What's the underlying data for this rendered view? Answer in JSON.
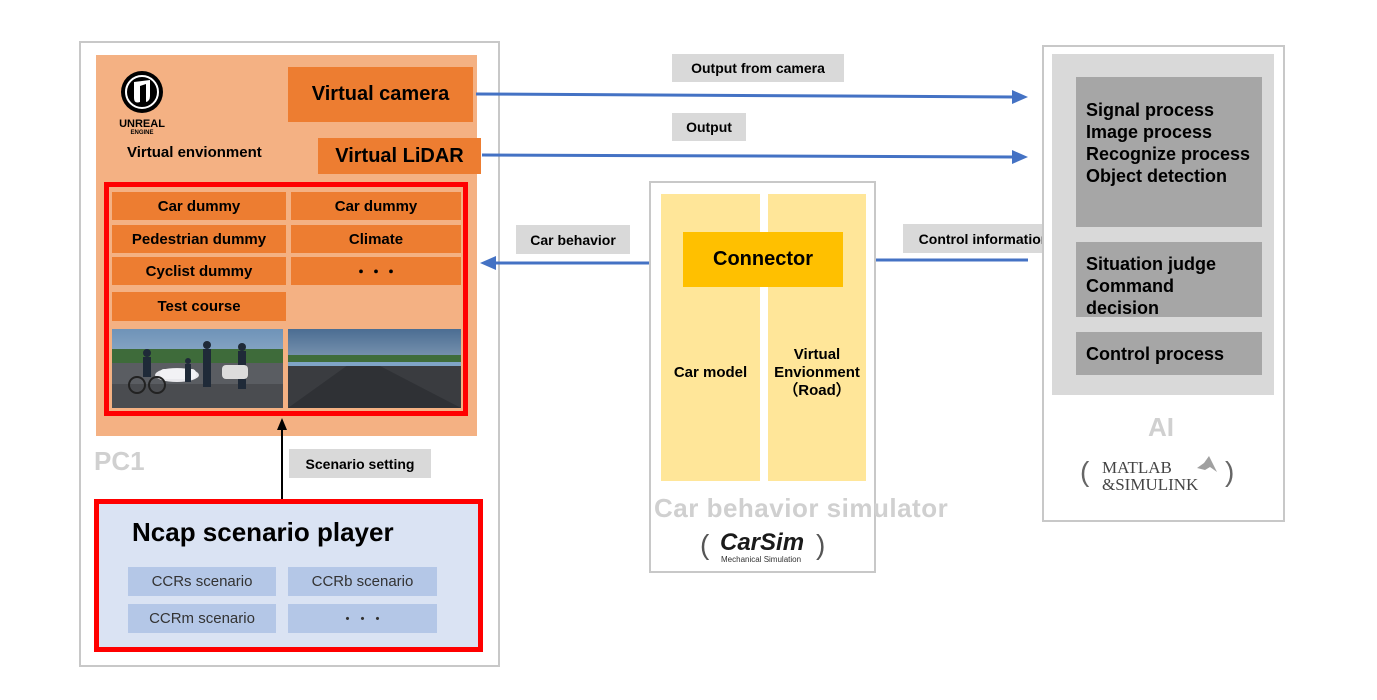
{
  "pc1": {
    "label": "PC1",
    "unreal_logo": {
      "line1": "UNREAL",
      "line2": "ENGINE"
    },
    "virtual_env": "Virtual envionment",
    "virtual_camera": "Virtual camera",
    "virtual_lidar": "Virtual LiDAR",
    "assets": [
      "Car dummy",
      "Car dummy",
      "Pedestrian dummy",
      "Climate",
      "Cyclist dummy",
      "・・・",
      "Test course"
    ]
  },
  "scenario_player": {
    "title": "Ncap scenario player",
    "arrow_label": "Scenario setting",
    "scenarios": [
      "CCRs scenario",
      "CCRb scenario",
      "CCRm scenario",
      "・・・"
    ]
  },
  "arrows": {
    "camera": "Output from camera",
    "output": "Output",
    "car_behavior": "Car behavior",
    "control_info": "Control information"
  },
  "simulator": {
    "connector": "Connector",
    "car_model": "Car model",
    "virtual_env_line1": "Virtual",
    "virtual_env_line2": "Envionment",
    "virtual_env_line3": "（Road）",
    "title": "Car behavior simulator",
    "logo_main": "CarSim",
    "logo_sub": "Mechanical Simulation",
    "paren_open": "(",
    "paren_close": ")"
  },
  "ai": {
    "title": "AI",
    "block1": [
      "Signal process",
      "Image process",
      "Recognize process",
      "Object detection"
    ],
    "block2": [
      "Situation judge",
      "Command decision"
    ],
    "block3": "Control process",
    "logo_line1": "MATLAB",
    "logo_line2": "&SIMULINK",
    "paren_open": "(",
    "paren_close": ")"
  },
  "colors": {
    "orange": "#ed7d31",
    "peach": "#f4b183",
    "red": "#ff0000",
    "blue_arrow": "#4472c4",
    "connector": "#ffc000",
    "light_yellow": "#ffe699",
    "scenario_bg": "#dae3f3",
    "scenario_cell": "#b4c7e7"
  }
}
